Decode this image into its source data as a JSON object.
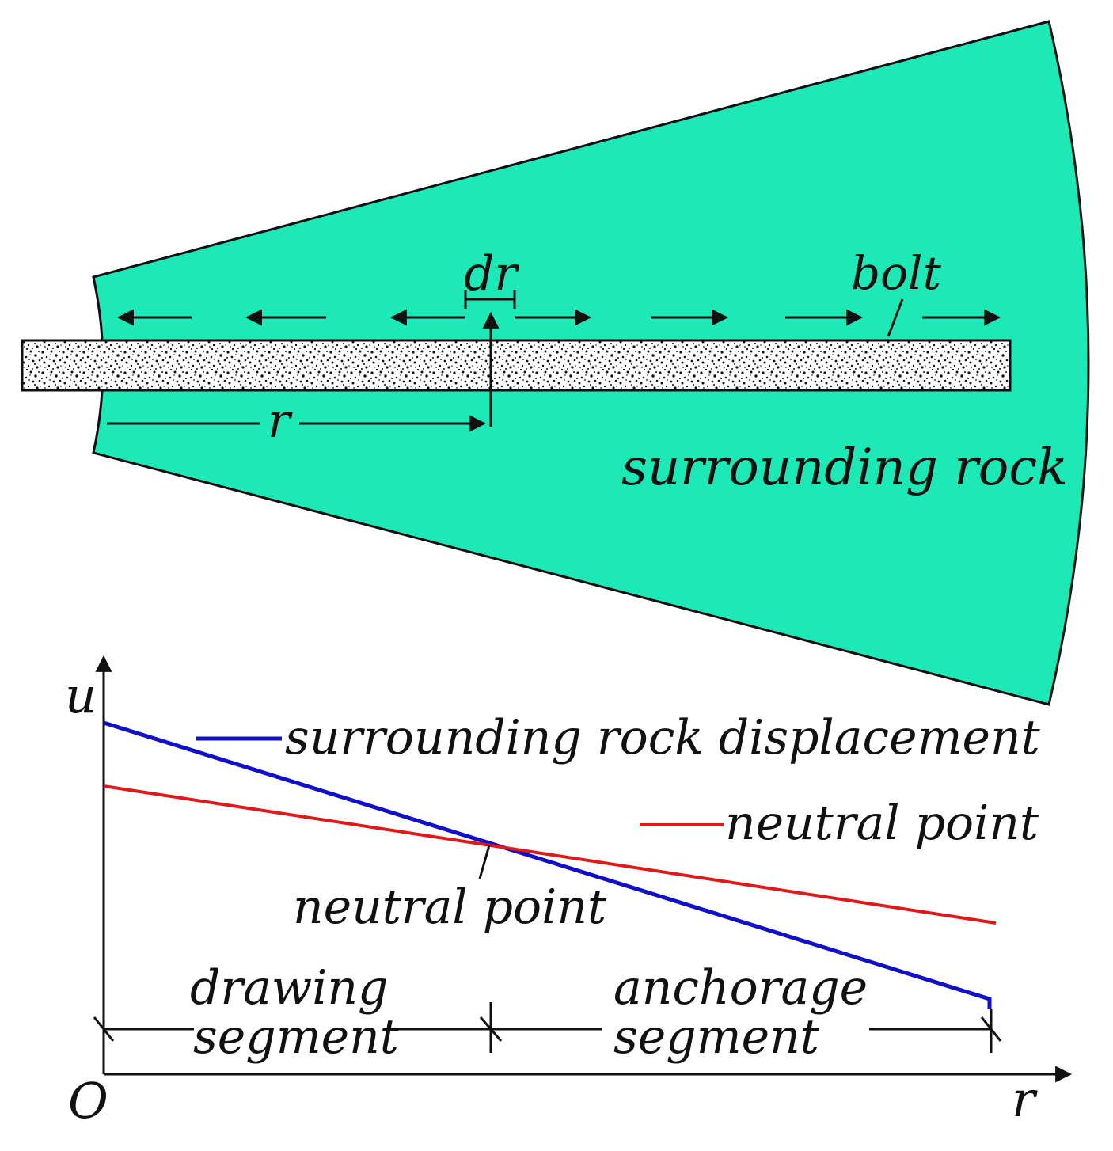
{
  "labels": {
    "dr": "dr",
    "bolt": "bolt",
    "r_upper": "r",
    "surrounding_rock": "surrounding rock",
    "u_axis": "u",
    "r_axis": "r",
    "origin": "O",
    "neutral_point_annotation": "neutral point",
    "drawing_line1": "drawing",
    "drawing_line2": "segment",
    "anchorage_line1": "anchorage",
    "anchorage_line2": "segment"
  },
  "legend": [
    {
      "label": "surrounding rock displacement",
      "color": "#1010c8"
    },
    {
      "label": "neutral point",
      "color": "#e01818"
    }
  ],
  "colors": {
    "rock_fill": "#1de9b6",
    "outline": "#111111",
    "displacement_line": "#1010c8",
    "neutral_line": "#e01818"
  },
  "arrow_directions": [
    "left",
    "left",
    "left",
    "right",
    "right",
    "right",
    "right"
  ]
}
